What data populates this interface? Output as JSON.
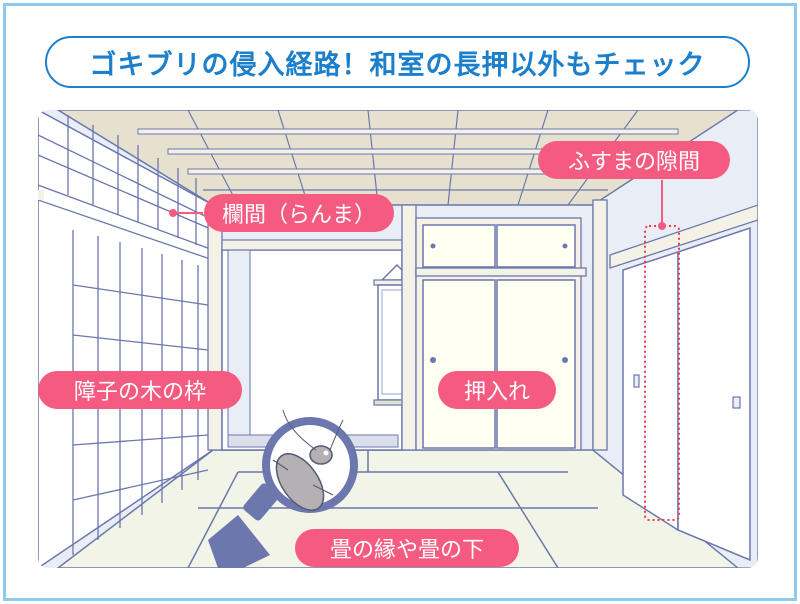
{
  "title": "ゴキブリの侵入経路！和室の長押以外もチェック",
  "labels": {
    "ranma": "欄間（らんま）",
    "fusuma_gap": "ふすまの隙間",
    "shoji_frame": "障子の木の枠",
    "oshiire": "押入れ",
    "tatami": "畳の縁や畳の下"
  },
  "colors": {
    "frame_border": "#8ccbec",
    "title_border": "#1d80cc",
    "title_text": "#1b7fcc",
    "label_bg": "#f55b80",
    "line": "#6b77ad",
    "ceiling": "#e6e1cf",
    "tatami": "#f1f4e6",
    "wall": "#e9eef6",
    "fusuma": "#fffff2",
    "highlight_dotted": "#ee3a4a"
  },
  "icons": {
    "magnifier": "magnifying-glass-icon",
    "insect": "cockroach-icon"
  }
}
